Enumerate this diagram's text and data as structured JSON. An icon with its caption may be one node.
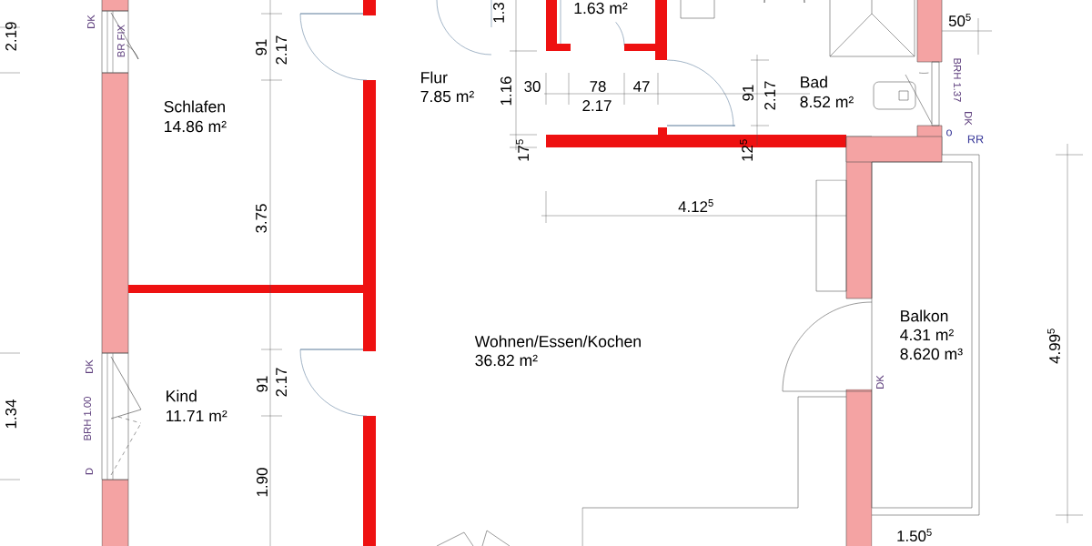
{
  "diagram": {
    "labels": [
      "2.19",
      "DK",
      "BR FIX",
      "91",
      "2.17",
      "Schlafen",
      "14.86 m²",
      "3.75",
      "1.3",
      "1.63 m²",
      "Flur",
      "7.85 m²",
      "1.16",
      "30",
      "78",
      "47",
      "2.17",
      "91",
      "2.17",
      "Bad",
      "8.52 m²",
      "50$^{5}$",
      "BRH 1.37",
      "DK",
      "o",
      "RR",
      "17$^{5}$",
      "12$^{5}$",
      "4.12$^{5}$",
      "Balkon",
      "4.31 m²",
      "8.620 m³",
      "DK",
      "4.99$^{5}$",
      "Wohnen/Essen/Kochen",
      "36.82 m²",
      "1.34",
      "DK",
      "BRH 1.00",
      "D",
      "Kind",
      "11.71 m²",
      "91",
      "2.17",
      "1.90",
      "1.50$^{5}$"
    ]
  }
}
